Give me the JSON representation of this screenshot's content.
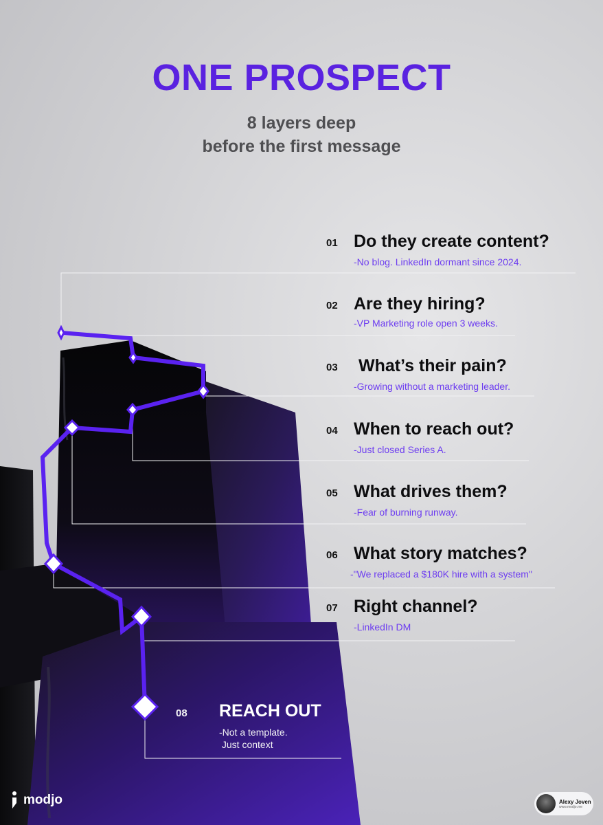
{
  "title": "ONE PROSPECT",
  "subtitle_line1": "8 layers deep",
  "subtitle_line2": "before the first message",
  "steps": [
    {
      "number": "01",
      "question": "Do they create content?",
      "answer": "-No blog. LinkedIn dormant since 2024."
    },
    {
      "number": "02",
      "question": "Are they hiring?",
      "answer": "-VP Marketing role open 3 weeks."
    },
    {
      "number": "03",
      "question": "What’s their pain?",
      "answer": "-Growing without a marketing leader."
    },
    {
      "number": "04",
      "question": "When to reach out?",
      "answer": "-Just closed Series A."
    },
    {
      "number": "05",
      "question": "What drives them?",
      "answer": "-Fear of burning runway."
    },
    {
      "number": "06",
      "question": "What story matches?",
      "answer": "-\"We replaced a $180K hire with a system\""
    },
    {
      "number": "07",
      "question": "Right channel?",
      "answer": "-LinkedIn DM"
    },
    {
      "number": "08",
      "question": "REACH OUT",
      "answer_line1": "-Not a template.",
      "answer_line2": " Just context"
    }
  ],
  "brand": {
    "name": "modjo",
    "icon": "modjo-logo-icon"
  },
  "author": {
    "name": "Alexy Joven",
    "site": "www.modjo.me"
  },
  "colors": {
    "accent": "#5a22e0",
    "path": "#5a22f0",
    "answer": "#6d3df0",
    "block": "#0c0b10",
    "block_purple": "#3a1a8a"
  }
}
